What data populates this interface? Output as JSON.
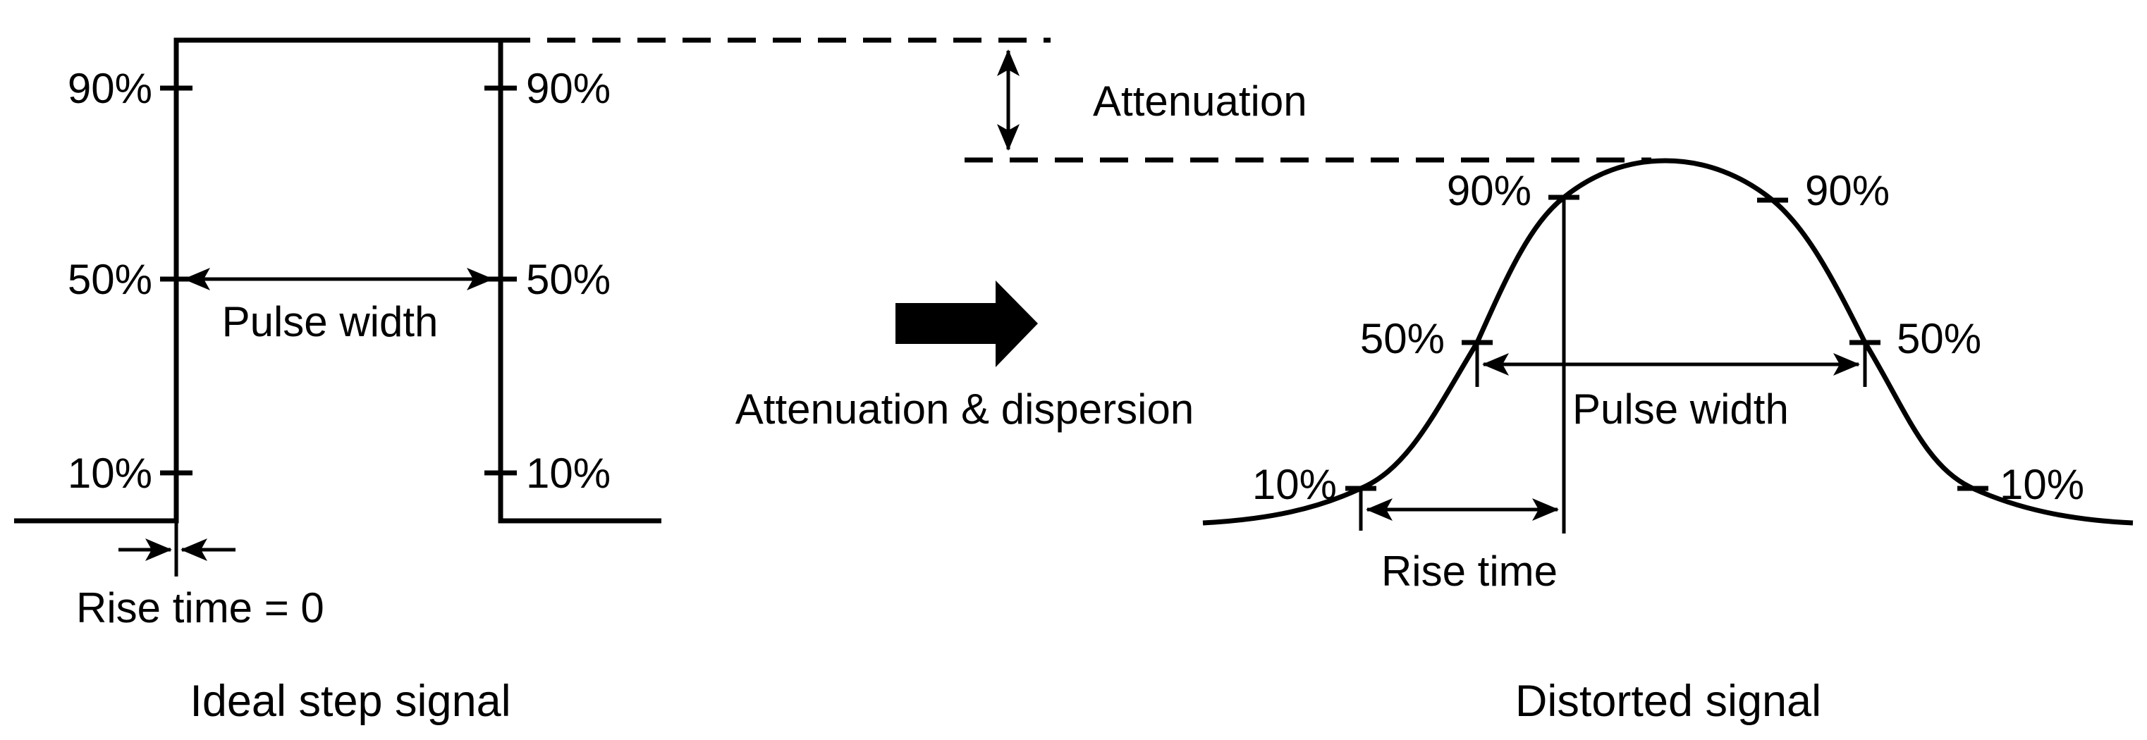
{
  "canvas": {
    "background": "#ffffff",
    "ink": "#000000"
  },
  "ideal_signal": {
    "caption": "Ideal step signal",
    "levels": {
      "p90": "90%",
      "p50": "50%",
      "p10": "10%"
    },
    "pulse_width_label": "Pulse width",
    "rise_time_label": "Rise time = 0"
  },
  "transformation": {
    "attenuation_label": "Attenuation",
    "process_label": "Attenuation & dispersion"
  },
  "distorted_signal": {
    "caption": "Distorted signal",
    "levels": {
      "p90": "90%",
      "p50": "50%",
      "p10": "10%"
    },
    "pulse_width_label": "Pulse width",
    "rise_time_label": "Rise time"
  }
}
